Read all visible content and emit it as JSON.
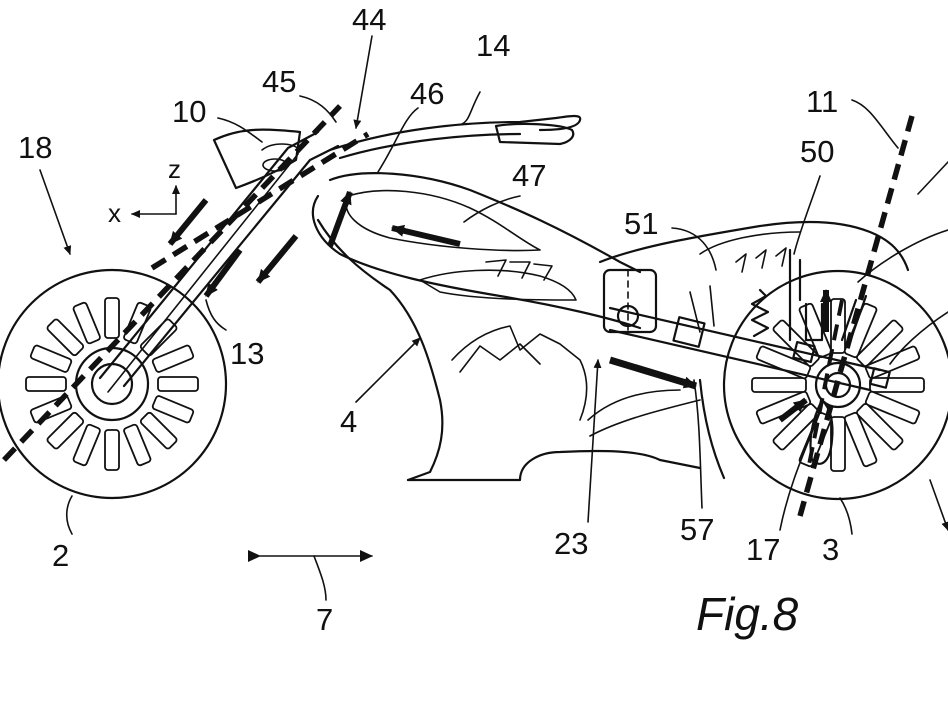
{
  "labels": {
    "l18": "18",
    "l10": "10",
    "l45": "45",
    "l44": "44",
    "l46": "46",
    "l14": "14",
    "l47": "47",
    "l11": "11",
    "l50": "50",
    "l51": "51",
    "l13": "13",
    "l4": "4",
    "l23": "23",
    "l57": "57",
    "l17": "17",
    "l3": "3",
    "l2": "2",
    "l7": "7"
  },
  "axes": {
    "z": "z",
    "x": "x"
  },
  "figure_caption": "Fig.8",
  "colors": {
    "ink": "#111111",
    "paper": "#ffffff"
  }
}
